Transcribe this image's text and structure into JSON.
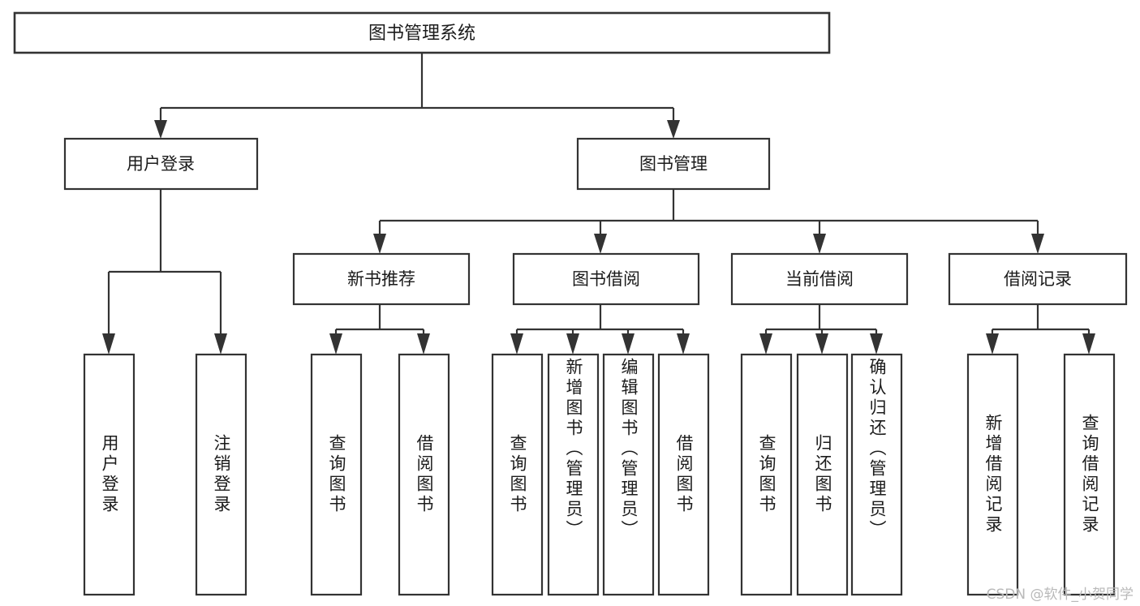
{
  "diagram": {
    "title": "图书管理系统",
    "type": "tree",
    "watermark": "CSDN @软件_小贺同学",
    "colors": {
      "background": "#ffffff",
      "box_fill": "#ffffff",
      "stroke": "#333333",
      "text": "#1b1b1b",
      "watermark": "#b9b9b9"
    },
    "root": {
      "id": "root",
      "label": "图书管理系统"
    },
    "level2": [
      {
        "id": "user-login",
        "label": "用户登录"
      },
      {
        "id": "book-manage",
        "label": "图书管理"
      }
    ],
    "level3": [
      {
        "id": "new-book-recommend",
        "label": "新书推荐",
        "parent": "book-manage"
      },
      {
        "id": "book-borrow",
        "label": "图书借阅",
        "parent": "book-manage"
      },
      {
        "id": "current-borrow",
        "label": "当前借阅",
        "parent": "book-manage"
      },
      {
        "id": "borrow-record",
        "label": "借阅记录",
        "parent": "book-manage"
      }
    ],
    "leaves": {
      "user-login": [
        {
          "id": "leaf-user-login",
          "label": "用户登录"
        },
        {
          "id": "leaf-user-logout",
          "label": "注销登录"
        }
      ],
      "new-book-recommend": [
        {
          "id": "leaf-query-book-1",
          "label": "查询图书"
        },
        {
          "id": "leaf-borrow-book-1",
          "label": "借阅图书"
        }
      ],
      "book-borrow": [
        {
          "id": "leaf-query-book-2",
          "label": "查询图书"
        },
        {
          "id": "leaf-add-book",
          "label": "新增图书（管理员）"
        },
        {
          "id": "leaf-edit-book",
          "label": "编辑图书（管理员）"
        },
        {
          "id": "leaf-borrow-book-2",
          "label": "借阅图书"
        }
      ],
      "current-borrow": [
        {
          "id": "leaf-query-book-3",
          "label": "查询图书"
        },
        {
          "id": "leaf-return-book",
          "label": "归还图书"
        },
        {
          "id": "leaf-confirm-return",
          "label": "确认归还（管理员）"
        }
      ],
      "borrow-record": [
        {
          "id": "leaf-add-record",
          "label": "新增借阅记录"
        },
        {
          "id": "leaf-query-record",
          "label": "查询借阅记录"
        }
      ]
    }
  }
}
